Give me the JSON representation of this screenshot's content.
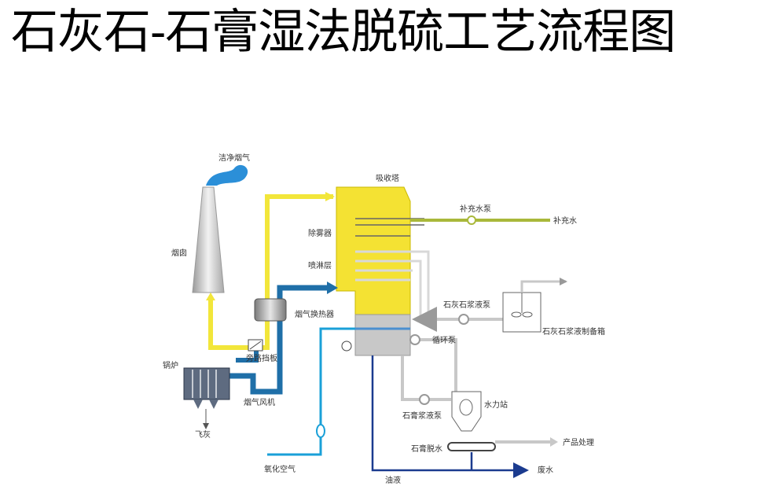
{
  "title": "石灰石-石膏湿法脱硫工艺流程图",
  "labels": {
    "clean_gas": "洁净烟气",
    "chimney": "烟囱",
    "absorber": "吸收塔",
    "demister": "除雾器",
    "spray_layer": "喷淋层",
    "makeup_pump": "补充水泵",
    "makeup_water": "补充水",
    "slurry_pump": "石灰石浆液泵",
    "slurry_tank": "石灰石浆液制备箱",
    "gas_heater": "烟气换热器",
    "bypass_damper": "旁路挡板",
    "boiler": "锅炉",
    "circ_pump": "循环泵",
    "fan": "烟气风机",
    "hydrocyclone": "水力站",
    "fly_ash": "飞灰",
    "gypsum_pump": "石膏浆液泵",
    "gypsum_dewater": "石膏脱水",
    "product": "产品处理",
    "oxidation_air": "氧化空气",
    "waste_water": "废水",
    "oil": "油液"
  },
  "colors": {
    "flue_gas_clean": "#f2e63a",
    "flue_gas_raw": "#1f6fa8",
    "water": "#a9b83a",
    "slurry": "#c8c8c8",
    "air": "#1aa0d8",
    "navy": "#1b3b8f",
    "absorber": "#f4e233",
    "steam": "#2b8fd8"
  }
}
